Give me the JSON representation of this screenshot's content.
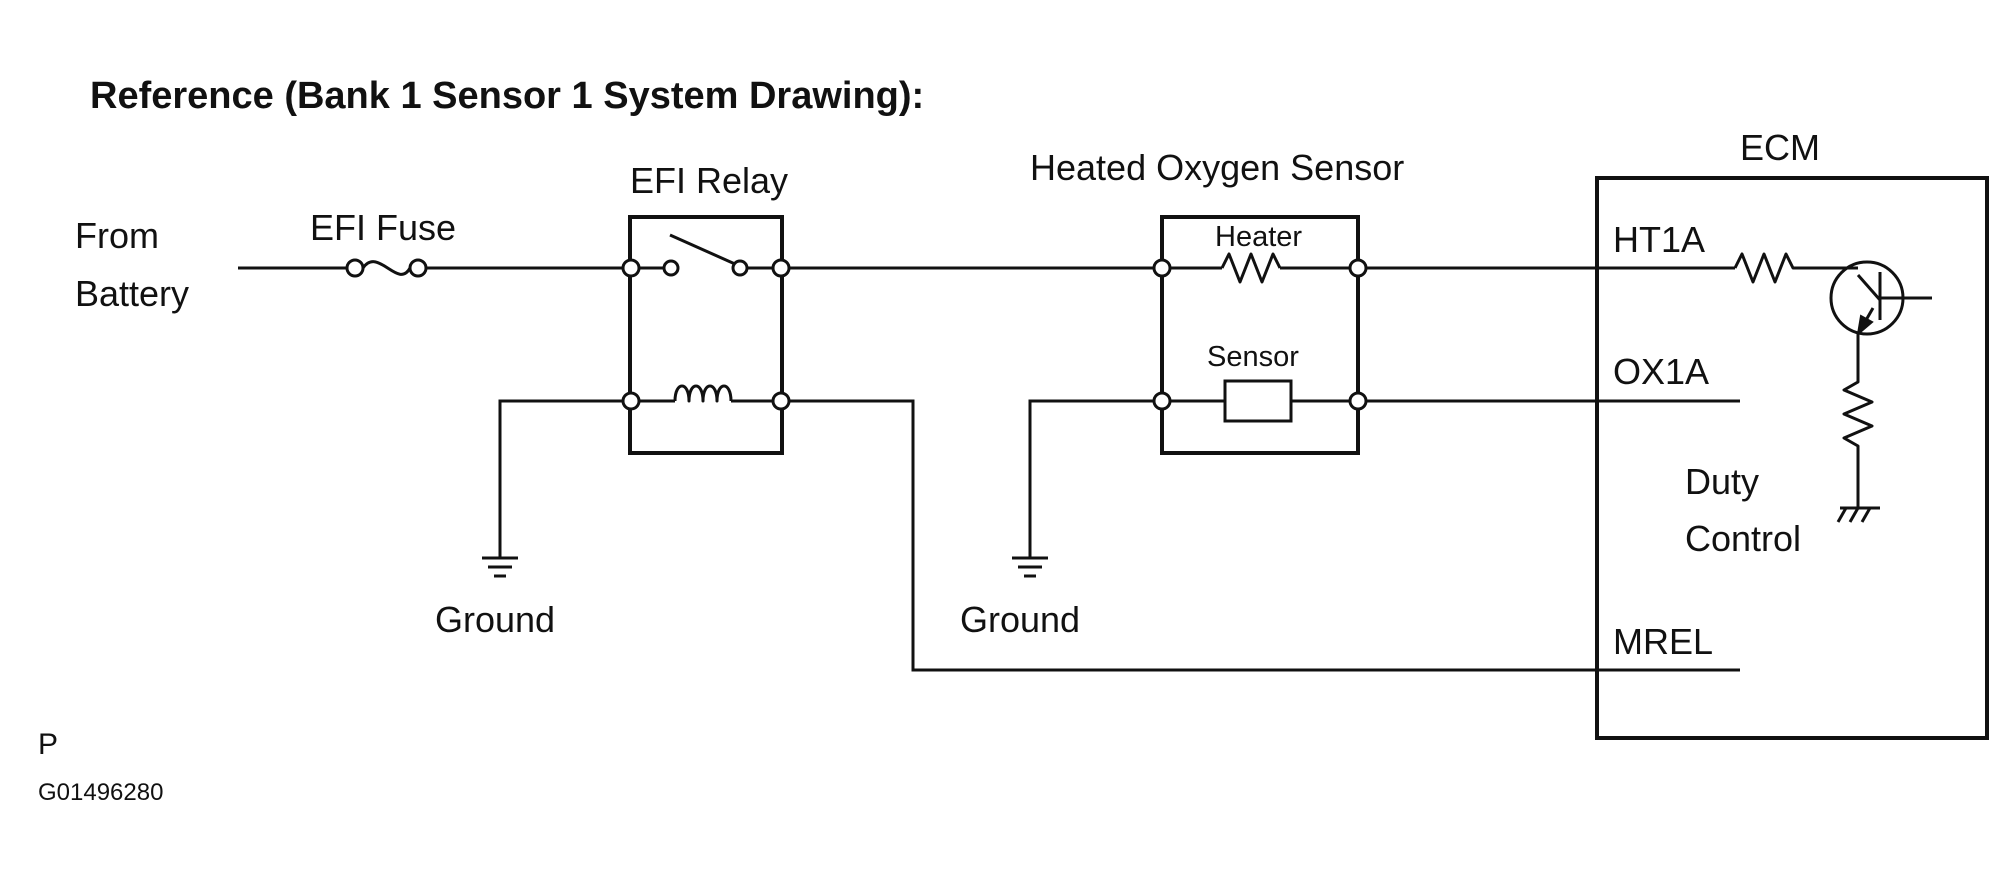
{
  "title": "Reference (Bank 1 Sensor 1 System Drawing):",
  "labels": {
    "from_battery_line1": "From",
    "from_battery_line2": "Battery",
    "efi_fuse": "EFI Fuse",
    "efi_relay": "EFI Relay",
    "heated_oxygen_sensor": "Heated Oxygen Sensor",
    "heater": "Heater",
    "sensor": "Sensor",
    "ecm": "ECM",
    "ground_left": "Ground",
    "ground_right": "Ground",
    "duty_control_line1": "Duty",
    "duty_control_line2": "Control"
  },
  "ecm_pins": {
    "ht1a": "HT1A",
    "ox1a": "OX1A",
    "mrel": "MREL"
  },
  "footer": {
    "mark": "P",
    "figure_code": "G01496280"
  }
}
